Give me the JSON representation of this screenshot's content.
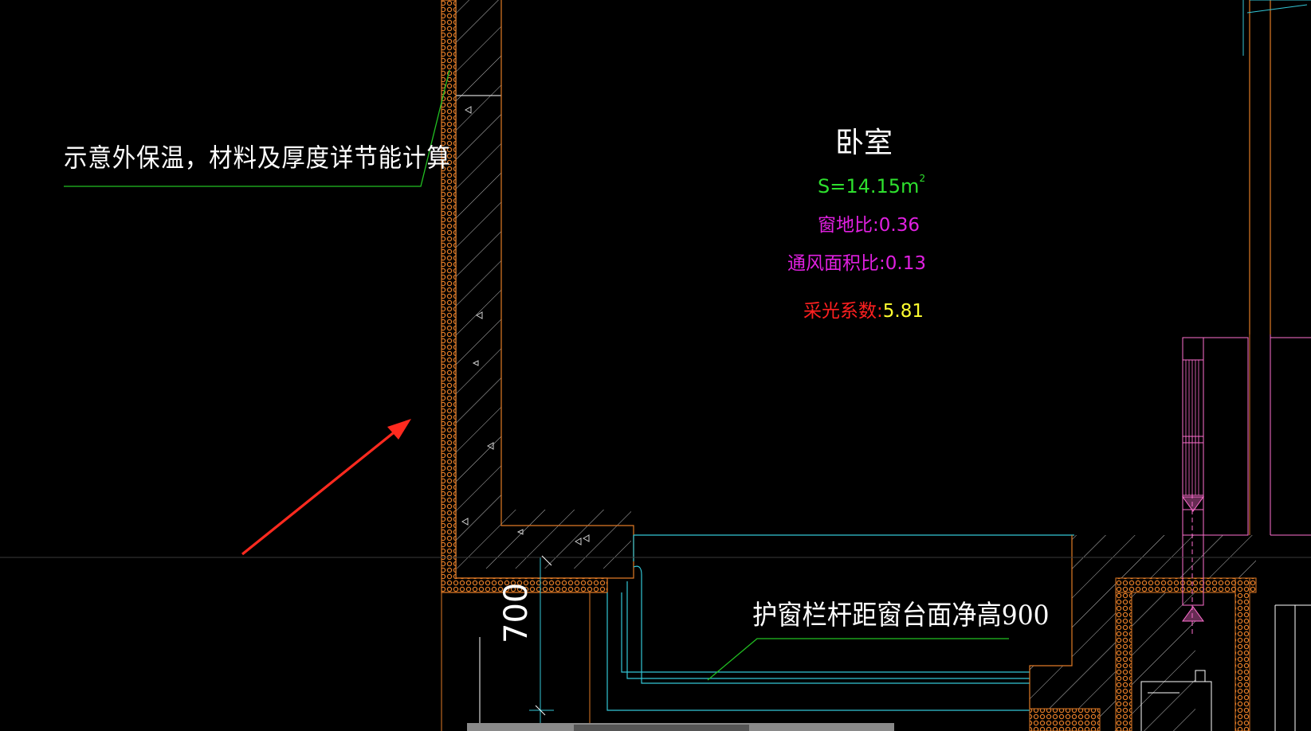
{
  "annotations": {
    "insulation_note": "示意外保温，材料及厚度详节能计算",
    "railing_note": "护窗栏杆距窗台面净高900",
    "dimension_700": "700"
  },
  "room": {
    "name": "卧室",
    "area_label": "S=14.15m",
    "area_unit_sup": "2",
    "window_floor_ratio_label": "窗地比:",
    "window_floor_ratio_value": "0.36",
    "ventilation_ratio_label": "通风面积比:",
    "ventilation_ratio_value": "0.13",
    "daylight_factor_label": "采光系数:",
    "daylight_factor_value": "5.81"
  },
  "colors": {
    "background": "#000000",
    "wall_line": "#ffffff",
    "insulation": "#e07a26",
    "window_cyan": "#33c6d6",
    "leader_green": "#22c022",
    "area_green": "#2ee02e",
    "magenta": "#e020e0",
    "red": "#ff2020",
    "yellow": "#ffff30",
    "pink_fixture": "#ff6fd0",
    "arrow_red": "#ff2a1f",
    "grey_sill": "#8a8a8a"
  }
}
